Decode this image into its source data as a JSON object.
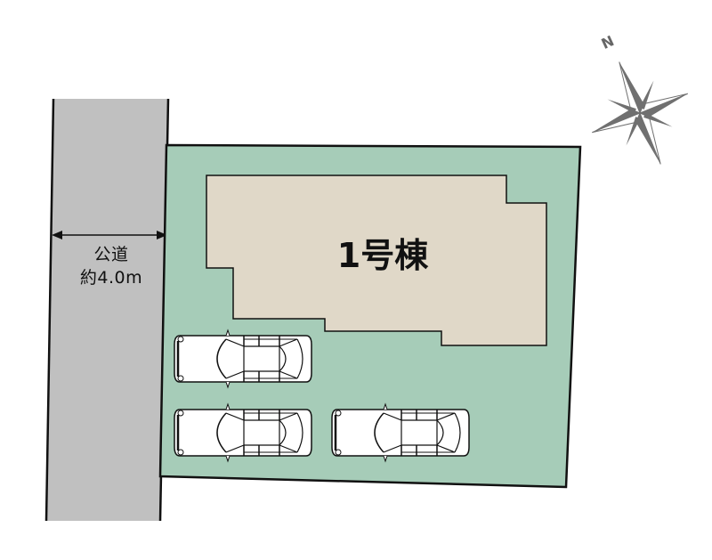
{
  "road": {
    "label_line1": "公道",
    "label_line2": "約4.0m",
    "color": "#c0c0c0"
  },
  "lot": {
    "color": "#a6ccb8"
  },
  "building": {
    "label": "1号棟",
    "color": "#e0d8c8"
  },
  "parking": {
    "car_count": 3,
    "cars": [
      {
        "id": "car-1",
        "position": "top-left"
      },
      {
        "id": "car-2",
        "position": "bottom-left"
      },
      {
        "id": "car-3",
        "position": "bottom-right"
      }
    ]
  },
  "compass": {
    "north_label": "N",
    "color": "#707070"
  }
}
